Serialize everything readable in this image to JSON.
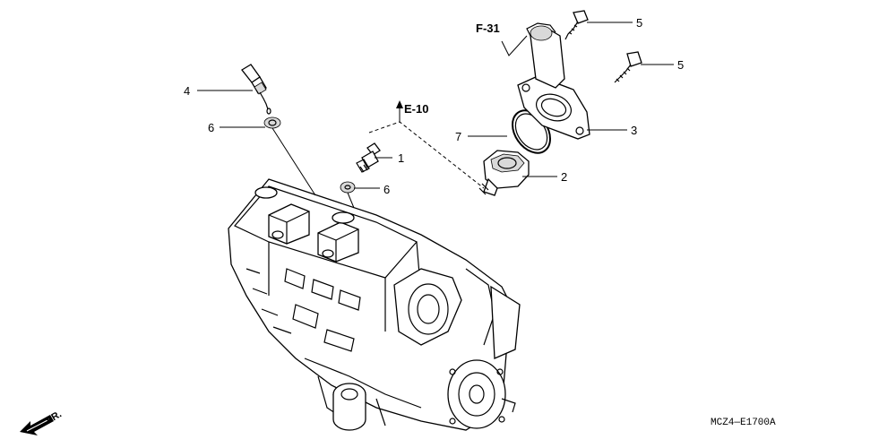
{
  "callouts": {
    "c1": "1",
    "c2": "2",
    "c3": "3",
    "c4": "4",
    "c5a": "5",
    "c5b": "5",
    "c6a": "6",
    "c6b": "6",
    "c7": "7"
  },
  "references": {
    "e10": "E-10",
    "f31": "F-31"
  },
  "direction": {
    "label": "FR.",
    "icon": "front-direction-arrow-icon"
  },
  "diagram_code": "MCZ4—E1700A"
}
